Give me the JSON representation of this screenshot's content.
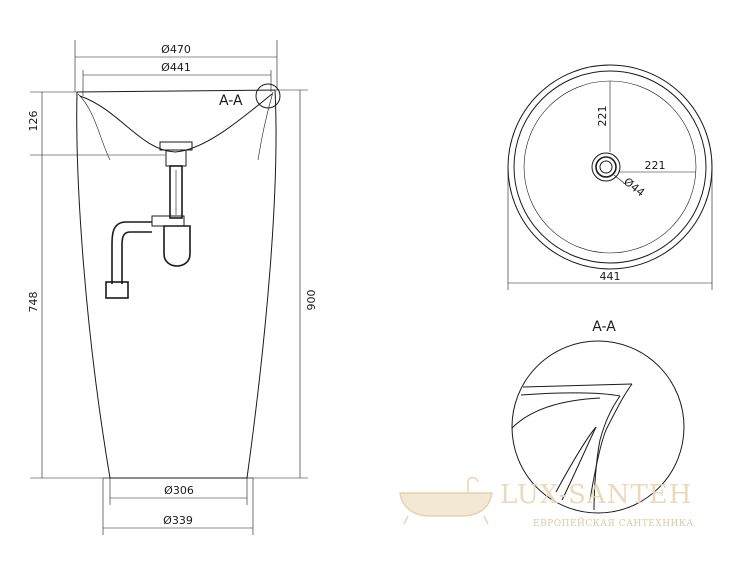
{
  "dimensions": {
    "outer_diameter": "Ø470",
    "inner_diameter": "Ø441",
    "bowl_depth": "126",
    "pedestal_height": "748",
    "total_height": "900",
    "base_inner_diameter": "Ø306",
    "base_outer_diameter": "Ø339",
    "top_radius_vertical": "221",
    "top_radius_horizontal": "221",
    "drain_diameter": "Ø44",
    "top_width": "441"
  },
  "section_label": "A-A",
  "detail_title": "A-A",
  "watermark": {
    "name": "LUX-SANTEH",
    "tagline": "ЕВРОПЕЙСКАЯ САНТЕХНИКА"
  }
}
